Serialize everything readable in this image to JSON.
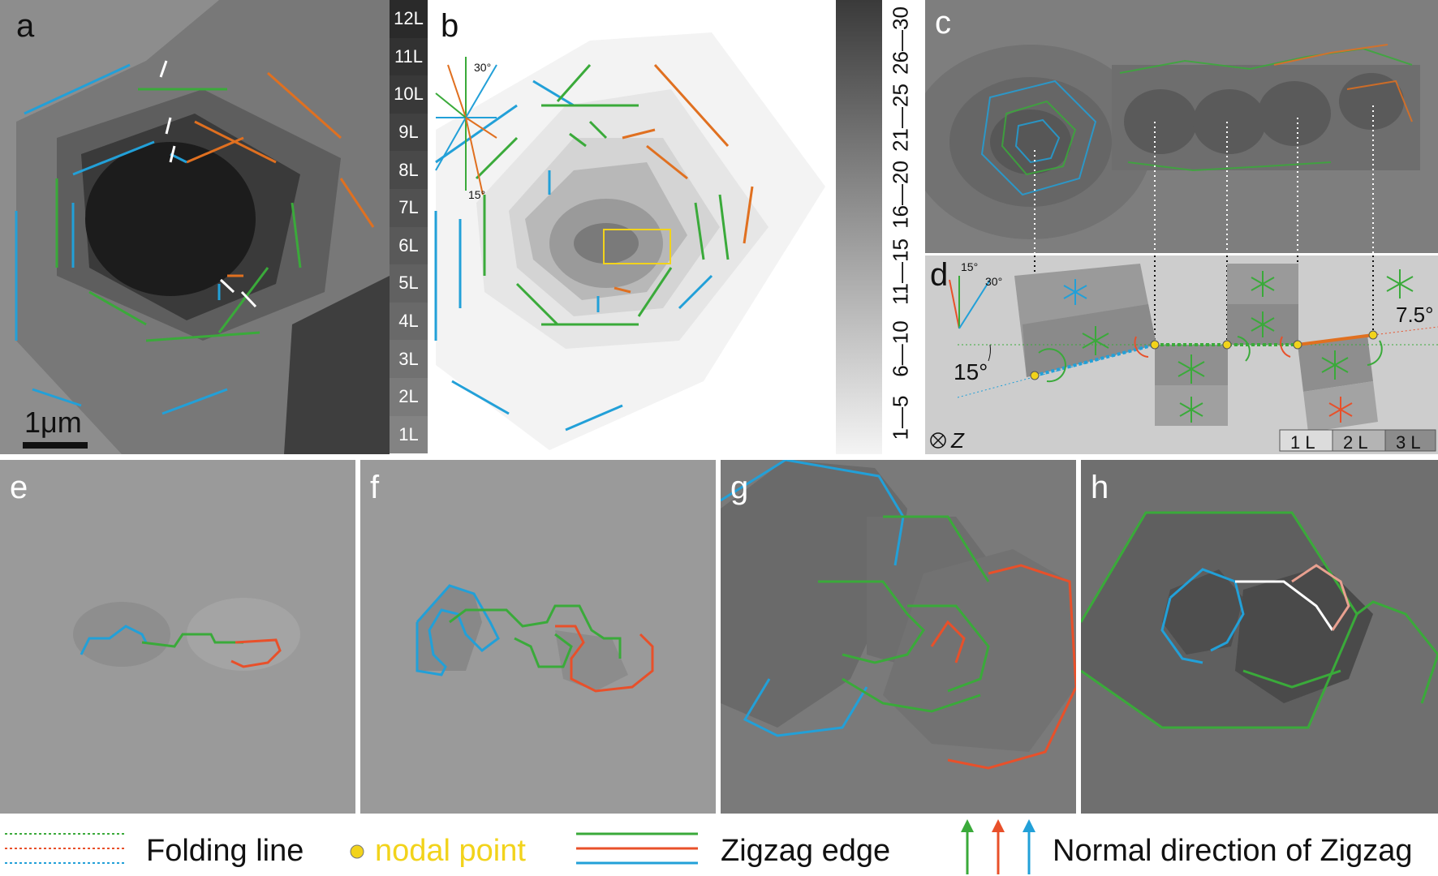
{
  "panels": {
    "a": {
      "label": "a",
      "scalebar": "1μm"
    },
    "b": {
      "label": "b",
      "compass_top_angle": "30°",
      "compass_bottom_angle": "15°"
    },
    "c": {
      "label": "c"
    },
    "d": {
      "label": "d",
      "angle_15": "15°",
      "angle_30": "30°",
      "angle_left": "15°",
      "angle_right": "7.5°",
      "axis_z": "Z",
      "layer_keys": [
        "1 L",
        "2 L",
        "3 L"
      ]
    },
    "e": {
      "label": "e"
    },
    "f": {
      "label": "f"
    },
    "g": {
      "label": "g"
    },
    "h": {
      "label": "h"
    }
  },
  "layer_scale": [
    "12L",
    "11L",
    "10L",
    "9L",
    "8L",
    "7L",
    "6L",
    "5L",
    "4L",
    "3L",
    "2L",
    "1L"
  ],
  "height_scale": [
    "26—30",
    "21—25",
    "16—20",
    "11—15",
    "6—10",
    "1—5"
  ],
  "legend": {
    "folding_line": "Folding line",
    "nodal_point": "nodal point",
    "zigzag_edge": "Zigzag edge",
    "normal_direction": "Normal direction of Zigzag"
  },
  "colors": {
    "green": "#3aaa3a",
    "red": "#e8502a",
    "blue": "#22a0d8",
    "orange": "#e07020",
    "yellow": "#f2d31b"
  }
}
